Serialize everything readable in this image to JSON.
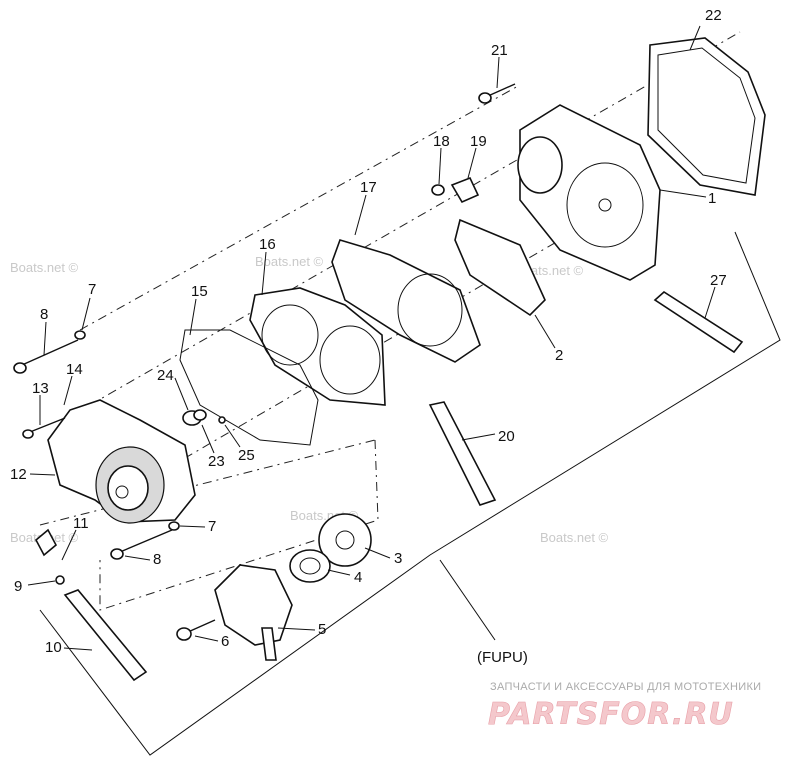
{
  "diagram": {
    "callouts": [
      "1",
      "2",
      "3",
      "4",
      "5",
      "6",
      "7",
      "7",
      "8",
      "8",
      "9",
      "10",
      "11",
      "12",
      "13",
      "14",
      "15",
      "16",
      "17",
      "18",
      "19",
      "20",
      "21",
      "22",
      "23",
      "24",
      "25",
      "27"
    ],
    "group_label": "(FUPU)"
  },
  "watermarks": {
    "boats": "Boats.net ©",
    "ru_tagline": "ЗАПЧАСТИ И АКСЕССУАРЫ ДЛЯ МОТОТЕХНИКИ",
    "ru_logo": "PARTSFOR.RU"
  },
  "colors": {
    "line": "#111111",
    "logo": "#e8a0a8",
    "watermark": "#c9c9c9"
  }
}
